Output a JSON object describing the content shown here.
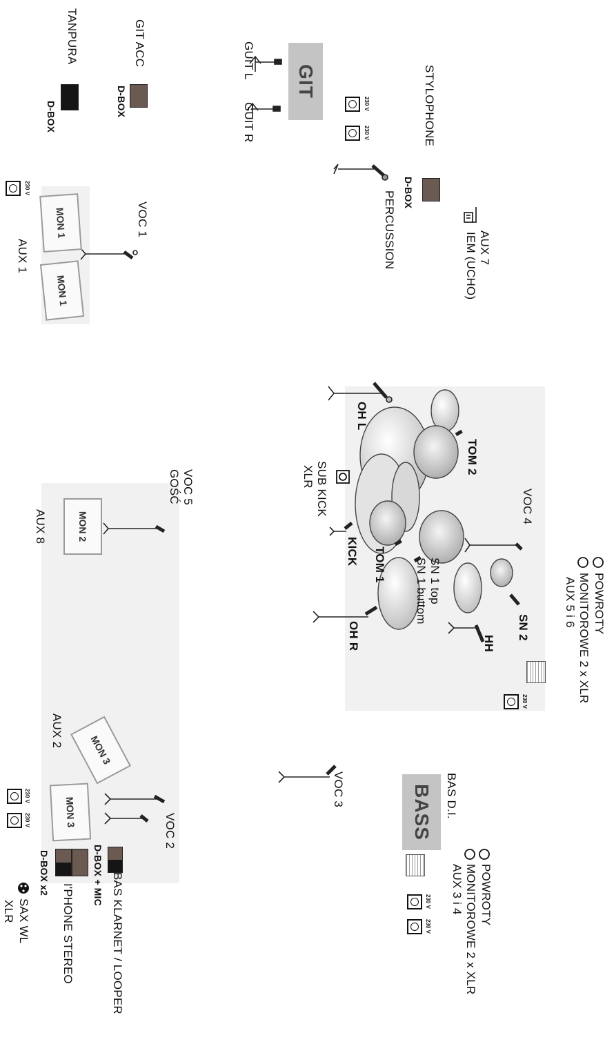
{
  "stage_labels": {
    "tanpura": "TANPURA",
    "tanpura_dbox": "D-BOX",
    "git_acc": "GIT ACC",
    "git_acc_dbox": "D-BOX",
    "git_amp": "GIT",
    "guit_l": "GUIT L",
    "guit_r": "GUIT R",
    "stylophone": "STYLOPHONE",
    "stylophone_dbox": "D-BOX",
    "percussion": "PERCUSSION",
    "aux7": "AUX 7",
    "iem": "IEM (UCHO)",
    "voc1": "VOC 1",
    "aux1": "AUX 1",
    "mon1": "MON 1",
    "voc5": "VOC 5",
    "gosc": "GOŚĆ",
    "mon2": "MON 2",
    "aux8": "AUX 8",
    "ohl": "OH L",
    "tom2": "TOM 2",
    "sub_kick": "SUB KICK",
    "xlr": "XLR",
    "kick": "KICK",
    "tom1": "TOM 1",
    "sn1_top": "SN 1 top",
    "sn1_bottom": "SN 1 buttom",
    "voc4": "VOC 4",
    "sn2": "SN 2",
    "hh": "HH",
    "ohr": "OH R",
    "powroty": "POWROTY",
    "monitorowe": "MONITOROWE 2 x XLR",
    "aux56": "AUX 5 i 6",
    "aux34": "AUX 3 i 4",
    "voc3": "VOC 3",
    "bas_di": "BAS D.I.",
    "bass_amp": "BASS",
    "aux2": "AUX 2",
    "mon3": "MON 3",
    "voc2": "VOC 2",
    "bas_klarnet": "BAS KLARNET / LOOPER",
    "dbox_mic": "D-BOX + MIC",
    "iphone": "I'PHONE STEREO",
    "dbox_x2": "D-BOX  x2",
    "sax": "SAX WL",
    "sax_xlr": "XLR",
    "socket_tag": "230 V"
  },
  "colors": {
    "dbox_brown": "#6b5a52",
    "dbox_black": "#151515",
    "amp_grey": "#c4c4c4",
    "zone_grey": "#f1f1f1"
  }
}
